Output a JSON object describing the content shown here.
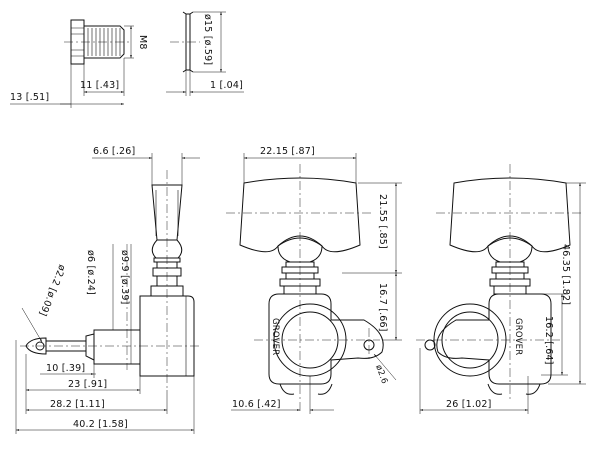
{
  "dimensions": {
    "bushing_width": "11 [.43]",
    "bushing_length": "13 [.51]",
    "bushing_thread": "M8",
    "washer_dia": "ø15 [ø.59]",
    "washer_thick": "1 [.04]",
    "button_thick": "6.6 [.26]",
    "button_width": "22.15 [.87]",
    "button_height": "21.55 [.85]",
    "post_to_button": "16.7 [.66]",
    "overall_height": "46.35 [1.82]",
    "post_to_screw": "16.2 [.64]",
    "gear_width": "26 [1.02]",
    "post_dia_tip": "ø2.2 [ø.09]",
    "post_dia_6": "ø6 [ø.24]",
    "post_dia_9": "ø9.9 [ø.39]",
    "hole_dia": "ø2.6",
    "post_len_10": "10 [.39]",
    "post_len_23": "23 [.91]",
    "post_len_28": "28.2 [1.11]",
    "overall_length": "40.2 [1.58]",
    "gear_offset": "10.6 [.42]"
  },
  "brand": {
    "front": "GROVER",
    "back": "GROVER"
  }
}
